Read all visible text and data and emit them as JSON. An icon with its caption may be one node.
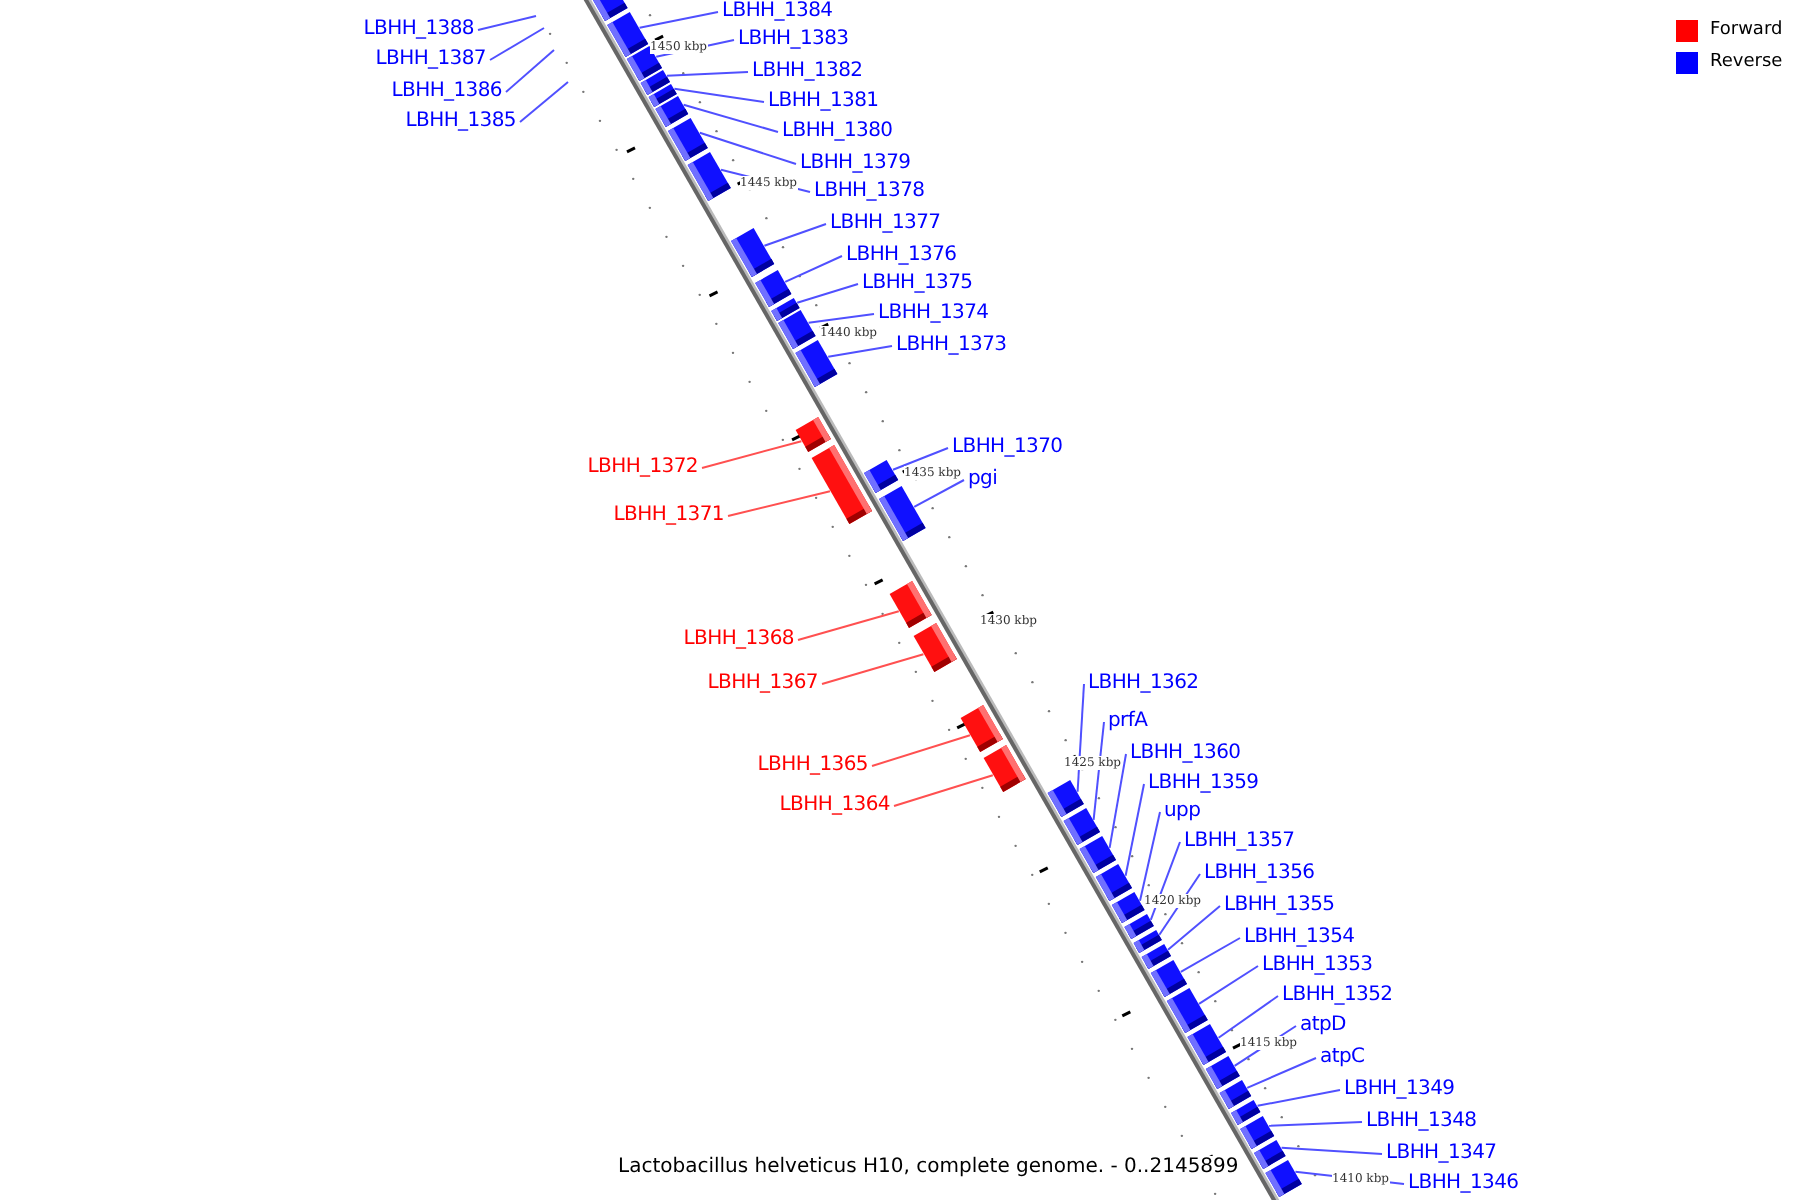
{
  "diagram": {
    "caption": "Lactobacillus helveticus H10, complete genome. - 0..2145899",
    "nodes": [
      {
        "text": [
          "LBHH_1388"
        ]
      },
      {
        "text": [
          "LBHH_1387"
        ]
      },
      {
        "text": [
          "LBHH_1386"
        ]
      },
      {
        "text": [
          "LBHH_1385"
        ]
      },
      {
        "text": [
          "LBHH_1384"
        ]
      },
      {
        "text": [
          "LBHH_1383"
        ]
      },
      {
        "text": [
          "LBHH_1382"
        ]
      },
      {
        "text": [
          "LBHH_1381"
        ]
      },
      {
        "text": [
          "LBHH_1380"
        ]
      },
      {
        "text": [
          "LBHH_1379"
        ]
      },
      {
        "text": [
          "LBHH_1378"
        ]
      },
      {
        "text": [
          "LBHH_1377"
        ]
      },
      {
        "text": [
          "LBHH_1376"
        ]
      },
      {
        "text": [
          "LBHH_1375"
        ]
      },
      {
        "text": [
          "LBHH_1374"
        ]
      },
      {
        "text": [
          "LBHH_1373"
        ]
      },
      {
        "text": [
          "LBHH_1372"
        ]
      },
      {
        "text": [
          "LBHH_1371"
        ]
      },
      {
        "text": [
          "LBHH_1370"
        ]
      },
      {
        "text": [
          "pgi"
        ]
      },
      {
        "text": [
          "LBHH_1368"
        ]
      },
      {
        "text": [
          "LBHH_1367"
        ]
      },
      {
        "text": [
          "LBHH_1365"
        ]
      },
      {
        "text": [
          "LBHH_1364"
        ]
      },
      {
        "text": [
          "LBHH_1362"
        ]
      },
      {
        "text": [
          "prfA"
        ]
      },
      {
        "text": [
          "LBHH_1360"
        ]
      },
      {
        "text": [
          "LBHH_1359"
        ]
      },
      {
        "text": [
          "upp"
        ]
      },
      {
        "text": [
          "LBHH_1357"
        ]
      },
      {
        "text": [
          "LBHH_1356"
        ]
      },
      {
        "text": [
          "LBHH_1355"
        ]
      },
      {
        "text": [
          "LBHH_1354"
        ]
      },
      {
        "text": [
          "LBHH_1353"
        ]
      },
      {
        "text": [
          "LBHH_1352"
        ]
      },
      {
        "text": [
          "atpD"
        ]
      },
      {
        "text": [
          "atpC"
        ]
      },
      {
        "text": [
          "LBHH_1349"
        ]
      },
      {
        "text": [
          "LBHH_1348"
        ]
      },
      {
        "text": [
          "LBHH_1347"
        ]
      },
      {
        "text": [
          "LBHH_1346"
        ]
      },
      {
        "text": [],
        "shape": "box"
      },
      {
        "text": [],
        "shape": "box"
      },
      {
        "text": [],
        "shape": "box"
      },
      {
        "text": [],
        "shape": "box"
      },
      {
        "text": [],
        "shape": "box"
      },
      {
        "text": [],
        "shape": "box"
      },
      {
        "text": [],
        "shape": "box"
      },
      {
        "text": [],
        "shape": "box"
      },
      {
        "text": [],
        "shape": "box"
      },
      {
        "text": [],
        "shape": "box"
      },
      {
        "text": [],
        "shape": "box"
      },
      {
        "text": [],
        "shape": "box"
      },
      {
        "text": [],
        "shape": "box"
      },
      {
        "text": [],
        "shape": "box"
      },
      {
        "text": [],
        "shape": "box"
      },
      {
        "text": [],
        "shape": "box"
      },
      {
        "text": [],
        "shape": "box"
      },
      {
        "text": [],
        "shape": "box"
      },
      {
        "text": [],
        "shape": "box"
      },
      {
        "text": [],
        "shape": "box"
      },
      {
        "text": [],
        "shape": "box"
      },
      {
        "text": [],
        "shape": "box"
      },
      {
        "text": [],
        "shape": "box"
      },
      {
        "text": [],
        "shape": "box"
      },
      {
        "text": [],
        "shape": "box"
      },
      {
        "text": [],
        "shape": "box"
      },
      {
        "text": [],
        "shape": "box"
      },
      {
        "text": [],
        "shape": "box"
      },
      {
        "text": [],
        "shape": "box"
      },
      {
        "text": [],
        "shape": "box"
      },
      {
        "text": [],
        "shape": "box"
      },
      {
        "text": [],
        "shape": "box"
      },
      {
        "text": [],
        "shape": "box"
      },
      {
        "text": [],
        "shape": "box"
      },
      {
        "text": [],
        "shape": "box"
      },
      {
        "text": [],
        "shape": "box"
      },
      {
        "text": [],
        "shape": "box"
      },
      {
        "text": [],
        "shape": "box"
      }
    ],
    "edges": [
      {
        "from": 0,
        "to": null,
        "arrow": "none"
      },
      {
        "from": 1,
        "to": null,
        "arrow": "none"
      },
      {
        "from": 2,
        "to": null,
        "arrow": "none"
      },
      {
        "from": 3,
        "to": null,
        "arrow": "none"
      },
      {
        "from": 4,
        "to": 41,
        "arrow": "none"
      },
      {
        "from": 5,
        "to": 42,
        "arrow": "none"
      },
      {
        "from": 6,
        "to": 43,
        "arrow": "none"
      },
      {
        "from": 7,
        "to": 44,
        "arrow": "none"
      },
      {
        "from": 8,
        "to": 45,
        "arrow": "none"
      },
      {
        "from": 9,
        "to": 46,
        "arrow": "none"
      },
      {
        "from": 10,
        "to": 47,
        "arrow": "none"
      },
      {
        "from": 11,
        "to": 48,
        "arrow": "none"
      },
      {
        "from": 12,
        "to": 49,
        "arrow": "none"
      },
      {
        "from": 13,
        "to": 50,
        "arrow": "none"
      },
      {
        "from": 14,
        "to": 51,
        "arrow": "none"
      },
      {
        "from": 15,
        "to": 52,
        "arrow": "none"
      },
      {
        "from": 16,
        "to": 53,
        "arrow": "none",
        "color": "#ff5050"
      },
      {
        "from": 17,
        "to": 54,
        "arrow": "none",
        "color": "#ff5050"
      },
      {
        "from": 18,
        "to": 55,
        "arrow": "none"
      },
      {
        "from": 19,
        "to": 56,
        "arrow": "none"
      },
      {
        "from": 20,
        "to": 57,
        "arrow": "none",
        "color": "#ff5050"
      },
      {
        "from": 21,
        "to": 58,
        "arrow": "none",
        "color": "#ff5050"
      },
      {
        "from": 22,
        "to": 59,
        "arrow": "none",
        "color": "#ff5050"
      },
      {
        "from": 23,
        "to": 60,
        "arrow": "none",
        "color": "#ff5050"
      },
      {
        "from": 24,
        "to": 61,
        "arrow": "none"
      },
      {
        "from": 25,
        "to": 62,
        "arrow": "none"
      },
      {
        "from": 26,
        "to": 63,
        "arrow": "none"
      },
      {
        "from": 27,
        "to": 64,
        "arrow": "none"
      },
      {
        "from": 28,
        "to": 65,
        "arrow": "none"
      },
      {
        "from": 29,
        "to": 66,
        "arrow": "none"
      },
      {
        "from": 30,
        "to": 67,
        "arrow": "none"
      },
      {
        "from": 31,
        "to": 68,
        "arrow": "none"
      },
      {
        "from": 32,
        "to": 69,
        "arrow": "none"
      },
      {
        "from": 33,
        "to": 70,
        "arrow": "none"
      },
      {
        "from": 34,
        "to": 71,
        "arrow": "none"
      },
      {
        "from": 35,
        "to": 72,
        "arrow": "none"
      },
      {
        "from": 36,
        "to": 73,
        "arrow": "none"
      },
      {
        "from": 37,
        "to": 74,
        "arrow": "none"
      },
      {
        "from": 38,
        "to": 75,
        "arrow": "none"
      },
      {
        "from": 39,
        "to": 76,
        "arrow": "none"
      },
      {
        "from": 40,
        "to": 77,
        "arrow": "none"
      }
    ],
    "labels": [
      "1450 kbp",
      "1445 kbp",
      "1440 kbp",
      "1435 kbp",
      "1430 kbp",
      "1425 kbp",
      "1420 kbp",
      "1415 kbp",
      "1410 kbp"
    ],
    "legend": [
      {
        "text": "Forward",
        "color": "#ff0000"
      },
      {
        "text": "Reverse",
        "color": "#0000ff"
      }
    ]
  }
}
